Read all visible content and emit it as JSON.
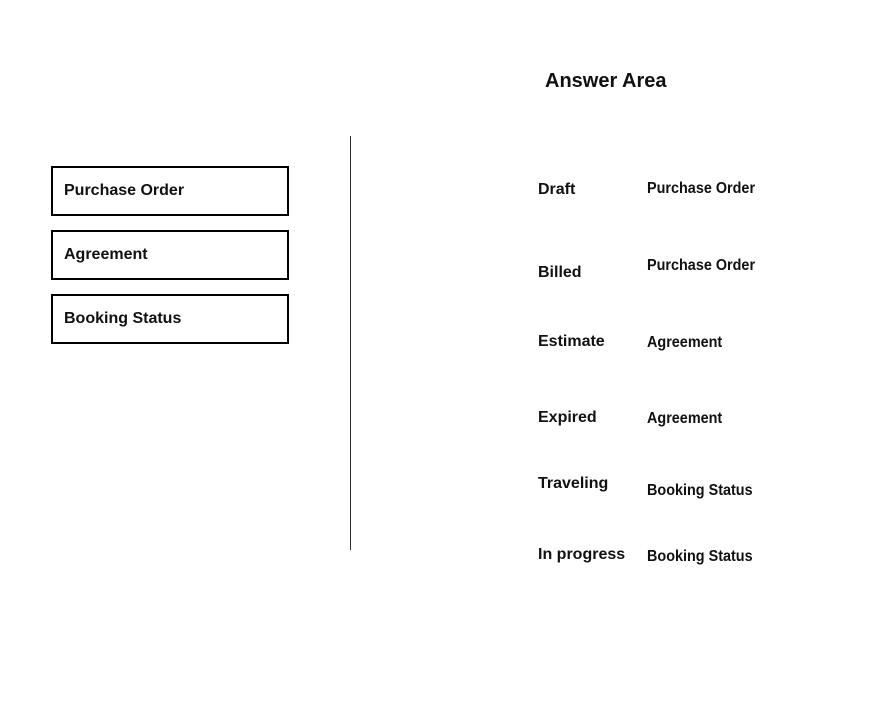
{
  "title": "Answer Area",
  "colors": {
    "background": "#ffffff",
    "text": "#111111",
    "box_border": "#000000",
    "divider": "#2b2b2b"
  },
  "source_items": [
    {
      "label": "Purchase Order"
    },
    {
      "label": "Agreement"
    },
    {
      "label": "Booking Status"
    }
  ],
  "answer_area": {
    "rows": [
      {
        "label": "Draft",
        "value": "Purchase Order"
      },
      {
        "label": "Billed",
        "value": "Purchase Order"
      },
      {
        "label": "Estimate",
        "value": "Agreement"
      },
      {
        "label": "Expired",
        "value": "Agreement"
      },
      {
        "label": "Traveling",
        "value": "Booking Status"
      },
      {
        "label": "In progress",
        "value": "Booking Status"
      }
    ]
  }
}
